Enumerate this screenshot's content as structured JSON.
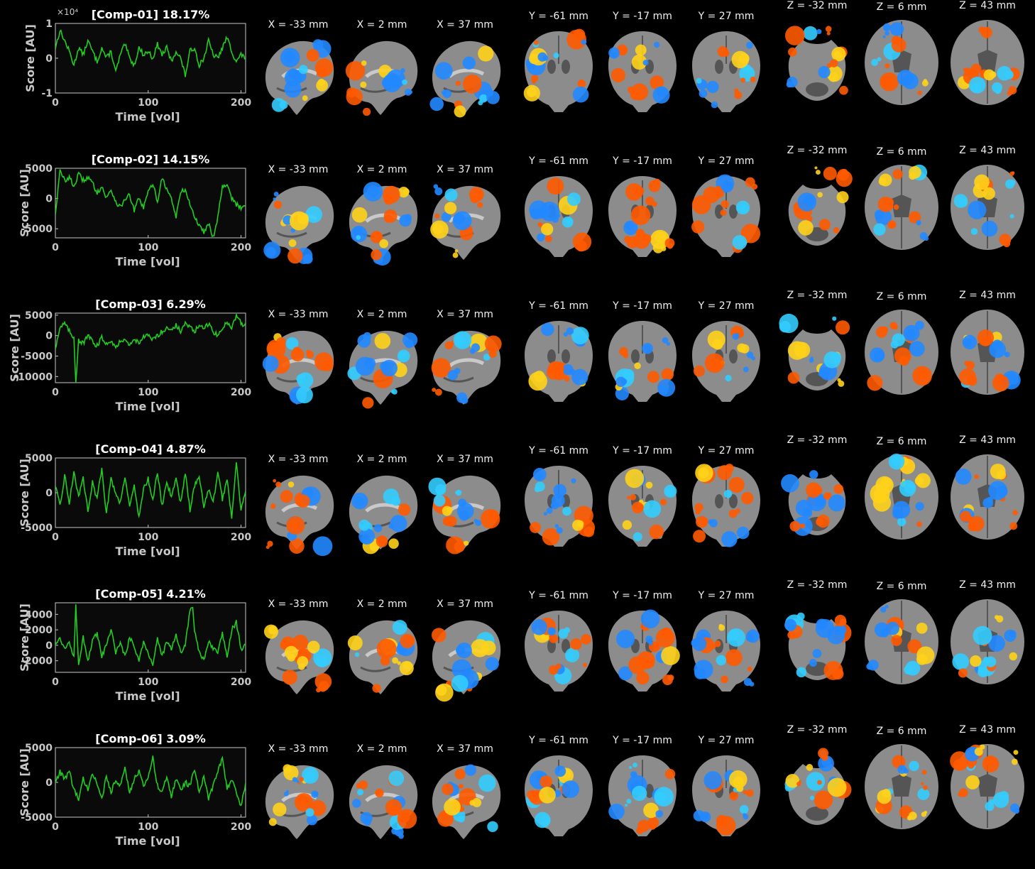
{
  "colors": {
    "background": "#000000",
    "trace": "#22cc22",
    "axes_text": "#c8c8c8",
    "plot_bg": "#0a0a0a",
    "positive_hot": "#ff5a00",
    "positive_bright": "#ffd21a",
    "negative_blue": "#2288ff",
    "negative_cyan": "#33ccff"
  },
  "slice_view": {
    "sagittal_labels": [
      "X = -33 mm",
      "X = 2 mm",
      "X = 37 mm"
    ],
    "coronal_labels": [
      "Y = -61 mm",
      "Y = -17 mm",
      "Y = 27 mm"
    ],
    "axial_labels": [
      "Z = -32 mm",
      "Z = 6 mm",
      "Z = 43 mm"
    ]
  },
  "chart_data": [
    {
      "type": "line",
      "title": "[Comp-01] 18.17%",
      "xlabel": "Time [vol]",
      "ylabel": "Score [AU]",
      "exponent_label": "×10⁴",
      "xlim": [
        0,
        205
      ],
      "ylim": [
        -1,
        1
      ],
      "xticks": [
        0,
        100,
        200
      ],
      "yticks": [
        -1,
        0,
        1
      ],
      "ytick_labels": [
        "-1",
        "0",
        "1"
      ],
      "series": [
        {
          "x": [
            0,
            5,
            10,
            15,
            20,
            25,
            30,
            35,
            40,
            45,
            50,
            55,
            60,
            65,
            70,
            75,
            80,
            85,
            90,
            95,
            100,
            105,
            110,
            115,
            120,
            125,
            130,
            135,
            140,
            145,
            150,
            155,
            160,
            165,
            170,
            175,
            180,
            185,
            190,
            195,
            200,
            205
          ],
          "values": [
            0.3,
            0.8,
            0.5,
            0.2,
            -0.2,
            0.3,
            0.1,
            0.5,
            0.2,
            -0.1,
            0.3,
            0.0,
            0.2,
            -0.4,
            0.1,
            0.4,
            0.0,
            -0.2,
            0.3,
            0.1,
            0.2,
            0.0,
            0.4,
            0.1,
            0.3,
            -0.1,
            0.2,
            0.0,
            -0.5,
            0.2,
            0.3,
            -0.2,
            0.0,
            0.5,
            0.1,
            0.0,
            0.3,
            0.6,
            0.2,
            -0.1,
            0.1,
            0.0
          ]
        }
      ]
    },
    {
      "type": "line",
      "title": "[Comp-02] 14.15%",
      "xlabel": "Time [vol]",
      "ylabel": "Score [AU]",
      "exponent_label": "",
      "xlim": [
        0,
        205
      ],
      "ylim": [
        -6500,
        5000
      ],
      "xticks": [
        0,
        100,
        200
      ],
      "yticks": [
        -5000,
        0,
        5000
      ],
      "ytick_labels": [
        "-5000",
        "0",
        "5000"
      ],
      "series": [
        {
          "x": [
            0,
            5,
            10,
            15,
            20,
            25,
            30,
            35,
            40,
            45,
            50,
            55,
            60,
            65,
            70,
            75,
            80,
            85,
            90,
            95,
            100,
            105,
            110,
            115,
            120,
            125,
            130,
            135,
            140,
            145,
            150,
            155,
            160,
            165,
            170,
            175,
            180,
            185,
            190,
            195,
            200,
            205
          ],
          "values": [
            -2500,
            4500,
            3000,
            3500,
            2000,
            4000,
            3000,
            3500,
            2500,
            1000,
            2000,
            0,
            1500,
            -500,
            -1500,
            0,
            500,
            -2000,
            0,
            -1500,
            1000,
            2500,
            -500,
            3500,
            1500,
            0,
            -3000,
            1000,
            1500,
            -1000,
            -3000,
            -4500,
            -5500,
            -4000,
            -6500,
            -3000,
            2000,
            2500,
            0,
            -1000,
            -1500,
            -1000
          ]
        }
      ]
    },
    {
      "type": "line",
      "title": "[Comp-03] 6.29%",
      "xlabel": "Time [vol]",
      "ylabel": "Score [AU]",
      "exponent_label": "",
      "xlim": [
        0,
        205
      ],
      "ylim": [
        -11500,
        5500
      ],
      "xticks": [
        0,
        100,
        200
      ],
      "yticks": [
        -10000,
        -5000,
        0,
        5000
      ],
      "ytick_labels": [
        "-10000",
        "-5000",
        "0",
        "5000"
      ],
      "series": [
        {
          "x": [
            0,
            5,
            10,
            15,
            20,
            22,
            25,
            30,
            35,
            40,
            45,
            50,
            55,
            60,
            65,
            70,
            75,
            80,
            85,
            90,
            95,
            100,
            105,
            110,
            115,
            120,
            125,
            130,
            135,
            140,
            145,
            150,
            155,
            160,
            165,
            170,
            175,
            180,
            185,
            190,
            195,
            200,
            205
          ],
          "values": [
            -3000,
            2000,
            3000,
            1000,
            -500,
            -11500,
            -1000,
            -2000,
            0,
            -1500,
            -2500,
            -500,
            -2000,
            -1000,
            -3000,
            -1500,
            -500,
            -2500,
            -1000,
            -1500,
            -500,
            0,
            -1000,
            0,
            1000,
            2000,
            1500,
            2500,
            1000,
            3000,
            2000,
            1000,
            2500,
            1500,
            3000,
            1000,
            0,
            1500,
            3500,
            2000,
            5000,
            3000,
            2500
          ]
        }
      ]
    },
    {
      "type": "line",
      "title": "[Comp-04] 4.87%",
      "xlabel": "Time [vol]",
      "ylabel": "Score [AU]",
      "exponent_label": "",
      "xlim": [
        0,
        205
      ],
      "ylim": [
        -5000,
        5000
      ],
      "xticks": [
        0,
        100,
        200
      ],
      "yticks": [
        -5000,
        0,
        5000
      ],
      "ytick_labels": [
        "-5000",
        "0",
        "5000"
      ],
      "series": [
        {
          "x": [
            0,
            5,
            10,
            15,
            20,
            25,
            30,
            35,
            40,
            45,
            50,
            55,
            60,
            65,
            70,
            75,
            80,
            85,
            90,
            95,
            100,
            105,
            110,
            115,
            120,
            125,
            130,
            135,
            140,
            145,
            150,
            155,
            160,
            165,
            170,
            175,
            180,
            185,
            190,
            195,
            200,
            205
          ],
          "values": [
            1000,
            -2000,
            2500,
            -1500,
            3000,
            -500,
            2000,
            -2500,
            1500,
            -1000,
            3500,
            -3000,
            2000,
            0,
            -1500,
            2500,
            -2000,
            1000,
            -3500,
            500,
            2000,
            -1000,
            3000,
            -2000,
            1500,
            -500,
            2000,
            -1500,
            3000,
            -2500,
            1000,
            2500,
            -2000,
            500,
            -1500,
            3000,
            -1000,
            2000,
            -3500,
            4500,
            -2500,
            0
          ]
        }
      ]
    },
    {
      "type": "line",
      "title": "[Comp-05] 4.21%",
      "xlabel": "Time [vol]",
      "ylabel": "Score [AU]",
      "exponent_label": "",
      "xlim": [
        0,
        205
      ],
      "ylim": [
        -3500,
        5500
      ],
      "xticks": [
        0,
        100,
        200
      ],
      "yticks": [
        -2000,
        0,
        2000,
        4000
      ],
      "ytick_labels": [
        "-2000",
        "0",
        "2000",
        "4000"
      ],
      "series": [
        {
          "x": [
            0,
            5,
            10,
            15,
            20,
            22,
            25,
            30,
            35,
            40,
            45,
            50,
            55,
            60,
            65,
            70,
            75,
            80,
            85,
            90,
            95,
            100,
            105,
            110,
            115,
            120,
            125,
            130,
            135,
            140,
            145,
            148,
            150,
            155,
            160,
            165,
            170,
            175,
            180,
            185,
            190,
            195,
            200,
            205
          ],
          "values": [
            0,
            1000,
            -500,
            500,
            -1500,
            5500,
            -2500,
            1000,
            -2000,
            500,
            1500,
            -1500,
            0,
            2000,
            -1000,
            500,
            -1500,
            1000,
            0,
            -2000,
            500,
            -1000,
            -2500,
            1000,
            -1500,
            500,
            -500,
            1500,
            -1000,
            0,
            4500,
            5000,
            2000,
            -1000,
            -2000,
            500,
            -500,
            -1000,
            1500,
            -1500,
            2000,
            3000,
            -500,
            0
          ]
        }
      ]
    },
    {
      "type": "line",
      "title": "[Comp-06] 3.09%",
      "xlabel": "Time [vol]",
      "ylabel": "Score [AU]",
      "exponent_label": "",
      "xlim": [
        0,
        205
      ],
      "ylim": [
        -5000,
        5000
      ],
      "xticks": [
        0,
        100,
        200
      ],
      "yticks": [
        -5000,
        0,
        5000
      ],
      "ytick_labels": [
        "-5000",
        "0",
        "5000"
      ],
      "series": [
        {
          "x": [
            0,
            5,
            10,
            15,
            20,
            25,
            30,
            35,
            40,
            45,
            50,
            55,
            60,
            65,
            70,
            75,
            80,
            85,
            90,
            95,
            100,
            105,
            110,
            115,
            120,
            125,
            130,
            135,
            140,
            145,
            150,
            155,
            160,
            165,
            170,
            175,
            180,
            185,
            190,
            195,
            200,
            205
          ],
          "values": [
            0,
            1500,
            500,
            1500,
            -1000,
            -2500,
            500,
            -1000,
            1500,
            -500,
            -2500,
            1000,
            -1500,
            500,
            -500,
            2000,
            -1500,
            500,
            1500,
            -500,
            1000,
            3500,
            -500,
            -1500,
            1000,
            -2000,
            500,
            -1000,
            0,
            -500,
            2000,
            -1500,
            1000,
            -2500,
            -500,
            1500,
            3500,
            -1000,
            500,
            -1500,
            -3500,
            0
          ]
        }
      ]
    }
  ]
}
